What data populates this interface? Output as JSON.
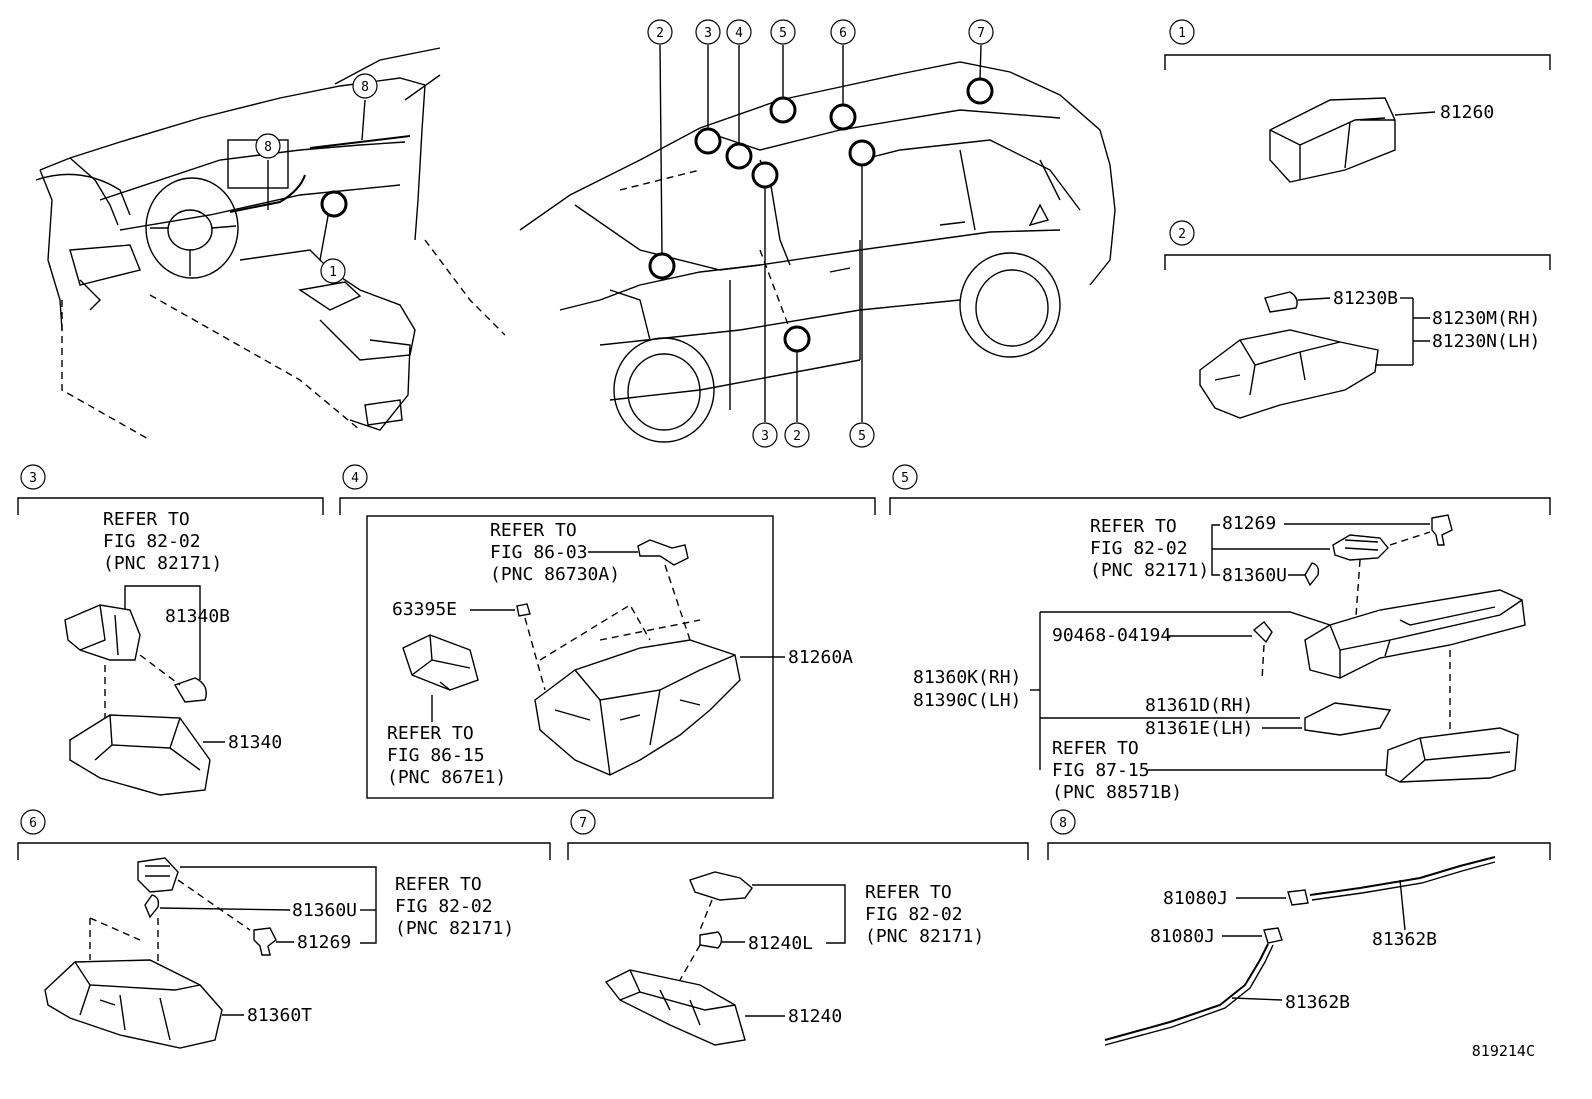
{
  "overview_markers": {
    "dash": [
      "8",
      "8",
      "1"
    ],
    "car_top": [
      "2",
      "3",
      "4",
      "5",
      "6",
      "7"
    ],
    "car_bottom": [
      "3",
      "2",
      "5"
    ]
  },
  "sections": [
    {
      "marker": "1",
      "parts": [
        "81260"
      ]
    },
    {
      "marker": "2",
      "parts": [
        "81230B",
        "81230M(RH)",
        "81230N(LH)"
      ]
    },
    {
      "marker": "3",
      "refer": [
        "REFER TO",
        "FIG 82-02",
        "(PNC 82171)"
      ],
      "parts": [
        "81340B",
        "81340"
      ]
    },
    {
      "marker": "4",
      "refer_a": [
        "REFER TO",
        "FIG 86-03",
        "(PNC 86730A)"
      ],
      "refer_b": [
        "REFER TO",
        "FIG 86-15",
        "(PNC 867E1)"
      ],
      "parts": [
        "63395E",
        "81260A"
      ]
    },
    {
      "marker": "5",
      "refer_a": [
        "REFER TO",
        "FIG 82-02",
        "(PNC 82171)"
      ],
      "refer_b": [
        "REFER TO",
        "FIG 87-15",
        "(PNC 88571B)"
      ],
      "parts": [
        "81269",
        "81360U",
        "90468-04194",
        "81360K(RH)",
        "81390C(LH)",
        "81361D(RH)",
        "81361E(LH)"
      ]
    },
    {
      "marker": "6",
      "refer": [
        "REFER TO",
        "FIG 82-02",
        "(PNC 82171)"
      ],
      "parts": [
        "81360U",
        "81269",
        "81360T"
      ]
    },
    {
      "marker": "7",
      "refer": [
        "REFER TO",
        "FIG 82-02",
        "(PNC 82171)"
      ],
      "parts": [
        "81240L",
        "81240"
      ]
    },
    {
      "marker": "8",
      "parts": [
        "81080J",
        "81080J",
        "81362B",
        "81362B"
      ]
    }
  ],
  "figure_id": "819214C"
}
